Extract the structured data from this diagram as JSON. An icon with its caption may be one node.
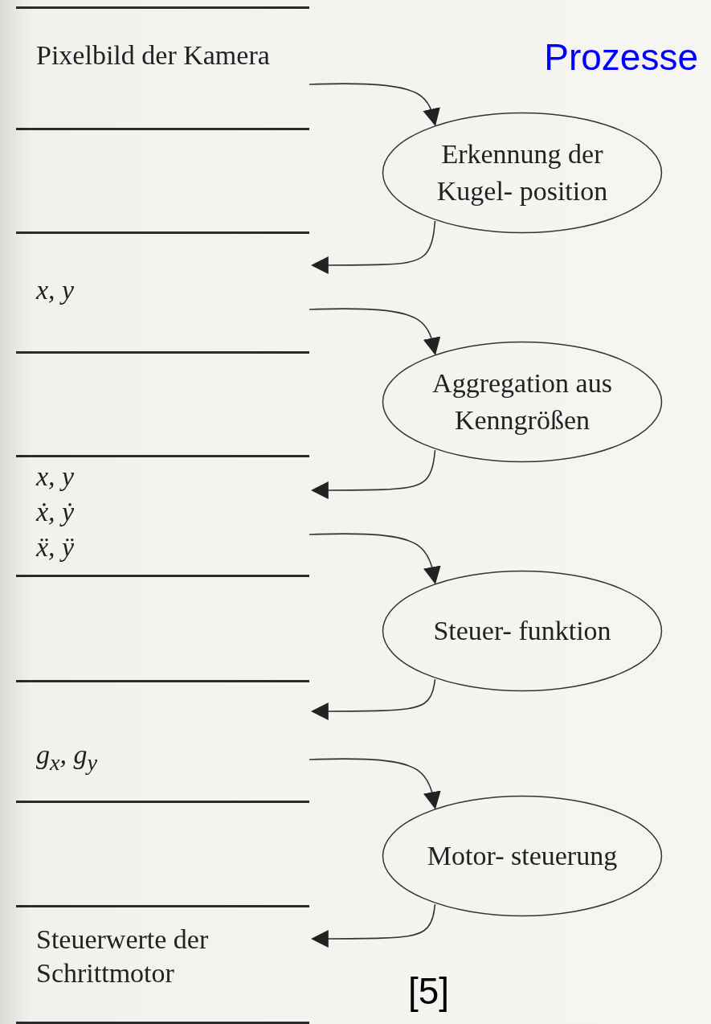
{
  "diagram": {
    "title": "Prozesse",
    "nodes": [
      {
        "text": [
          "Pixelbild der Kamera"
        ]
      },
      {
        "text": [
          "Erkennung der Kugel- position"
        ]
      },
      {
        "text": [
          "x, y"
        ]
      },
      {
        "text": [
          "Aggregation aus Kenngrößen"
        ]
      },
      {
        "text": [
          "x, y",
          "ẋ, ẏ",
          "ẍ, ÿ"
        ]
      },
      {
        "text": [
          "Steuer- funktion"
        ]
      },
      {
        "text": [
          "g$_{x}$, g$_{y}$"
        ]
      },
      {
        "text": [
          "Motor- steuerung"
        ]
      },
      {
        "text": [
          "Steuerwerte der Schrittmotor"
        ]
      }
    ],
    "edges": [
      {
        "from": 0,
        "to": 1,
        "arrow": "to"
      },
      {
        "from": 1,
        "to": 2,
        "arrow": "to"
      },
      {
        "from": 2,
        "to": 3,
        "arrow": "to"
      },
      {
        "from": 3,
        "to": 4,
        "arrow": "to"
      },
      {
        "from": 4,
        "to": 5,
        "arrow": "to"
      },
      {
        "from": 5,
        "to": 6,
        "arrow": "to"
      },
      {
        "from": 6,
        "to": 7,
        "arrow": "to"
      },
      {
        "from": 7,
        "to": 8,
        "arrow": "to"
      }
    ],
    "labels": [
      "[5]"
    ]
  }
}
